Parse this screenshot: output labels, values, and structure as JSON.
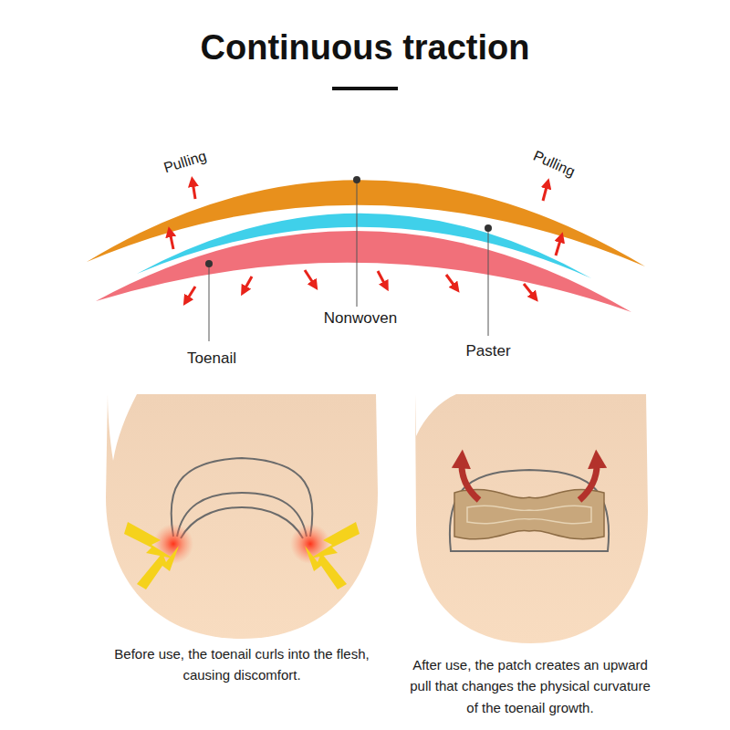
{
  "diagram": {
    "title": "Continuous traction",
    "labels": [
      "Pulling",
      "Pulling",
      "Nonwoven",
      "Toenail",
      "Paster",
      "Before use, the toenail curls into the flesh, causing discomfort.",
      "After use, the patch creates an upward pull that changes the physical curvature of the toenail growth."
    ]
  }
}
